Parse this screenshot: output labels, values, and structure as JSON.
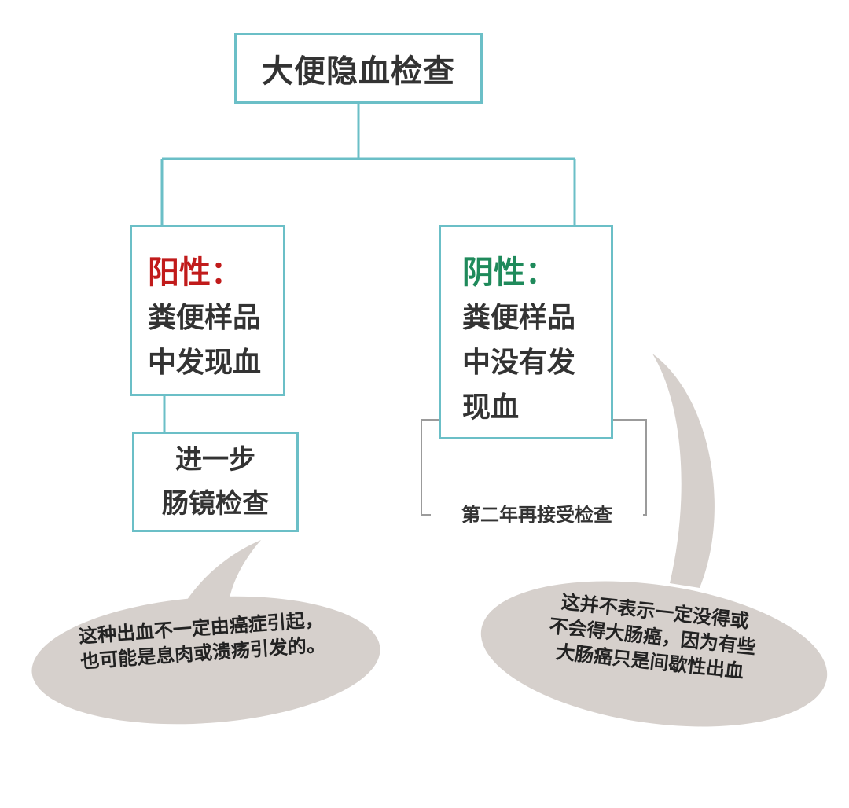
{
  "colors": {
    "box_border": "#6bbfc7",
    "connector": "#6bbfc7",
    "positive_label": "#c11b1b",
    "negative_label": "#1f8a5b",
    "bubble_fill": "#d6d0cc",
    "text": "#333333"
  },
  "root": {
    "label": "大便隐血检查"
  },
  "positive": {
    "label": "阳性：",
    "lines": [
      "粪便样品",
      "中发现血"
    ]
  },
  "negative": {
    "label": "阴性：",
    "lines": [
      "粪便样品",
      "中没有发",
      "现血"
    ]
  },
  "next_step": {
    "lines": [
      "进一步",
      "肠镜检查"
    ]
  },
  "recheck": {
    "text": "第二年再接受检查"
  },
  "bubble_left": {
    "lines": [
      "这种出血不一定由癌症引起，",
      "也可能是息肉或溃疡引发的。"
    ]
  },
  "bubble_right": {
    "lines": [
      "这并不表示一定没得或",
      "不会得大肠癌，因为有些",
      "大肠癌只是间歇性出血"
    ]
  }
}
